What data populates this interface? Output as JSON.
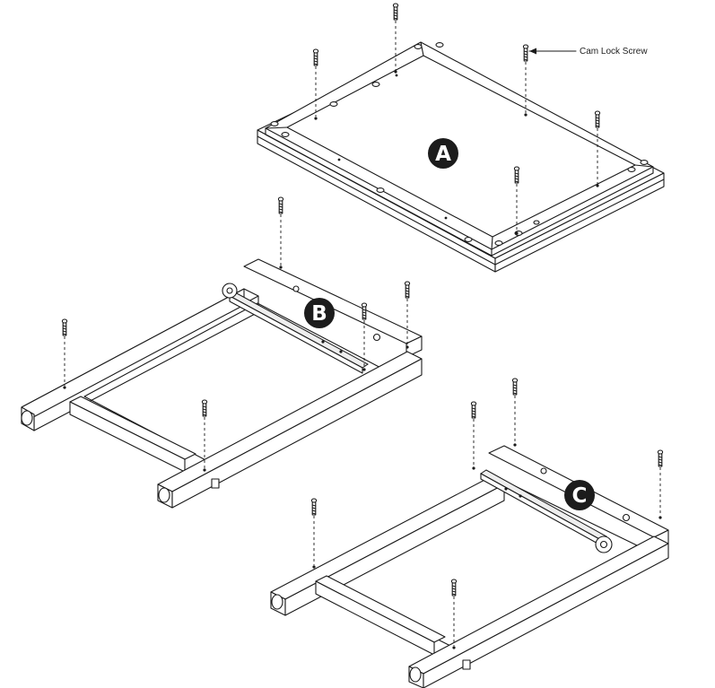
{
  "callout": {
    "cam_lock_screw": "Cam Lock Screw"
  },
  "parts": {
    "a": {
      "label": "A"
    },
    "b": {
      "label": "B"
    },
    "c": {
      "label": "C"
    }
  },
  "icons": {
    "screw": "cam-lock-screw-icon",
    "badge": "part-label-badge-icon"
  },
  "colors": {
    "ink": "#1a1a1a",
    "badge": "#1c1c1c",
    "paper": "#ffffff"
  }
}
